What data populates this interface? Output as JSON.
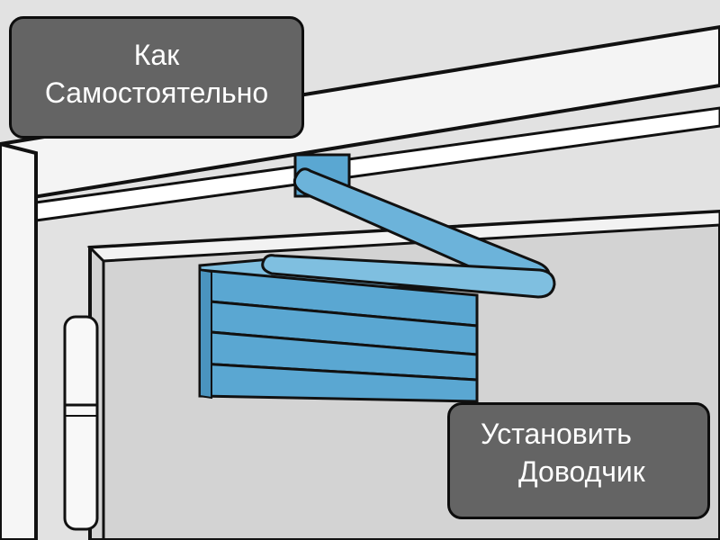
{
  "labels": {
    "top_line1": "Как",
    "top_line2": "Самостоятельно",
    "bottom_line1": "Установить",
    "bottom_line2": "Доводчик"
  },
  "colors": {
    "wall": "#dcdcdc",
    "door": "#d2d2d2",
    "closer_body": "#5aa7d2",
    "label_box": "#646464",
    "outline": "#0d0d0d"
  }
}
